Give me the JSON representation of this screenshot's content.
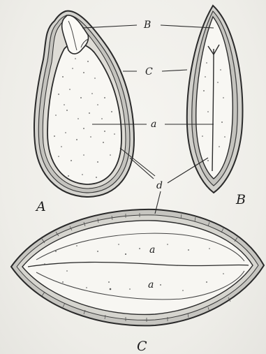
{
  "figure": {
    "labels": {
      "b": "B",
      "c": "C",
      "a_top": "a",
      "a_mid": "a",
      "a_low": "a",
      "d": "d",
      "view_A": "A",
      "view_B": "B",
      "view_C": "C"
    },
    "colors": {
      "background": "#f2f1ed",
      "ink": "#2a2a2a",
      "seed_fill": "#f8f7f3",
      "testa_fill": "#c9c8c3"
    }
  }
}
